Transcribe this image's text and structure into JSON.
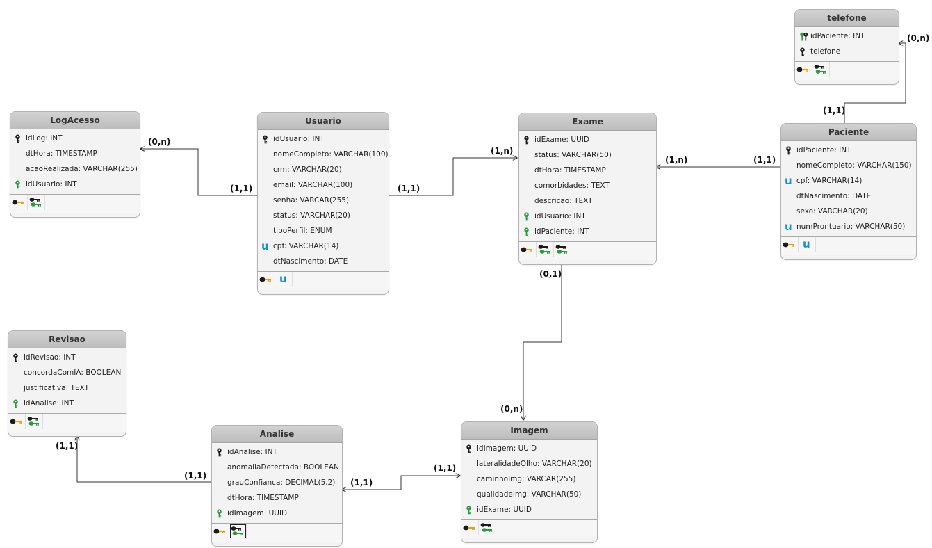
{
  "diagram": {
    "tables": [
      {
        "id": "telefone",
        "title": "telefone",
        "columns": [
          {
            "icon": "pk-fk-key-icon",
            "text": "idPaciente: INT"
          },
          {
            "icon": "primary-key-icon",
            "text": "telefone"
          }
        ],
        "indexes": [
          "pk-index-icon",
          "fk-index-icon"
        ]
      },
      {
        "id": "logacesso",
        "title": "LogAcesso",
        "columns": [
          {
            "icon": "primary-key-icon",
            "text": "idLog: INT"
          },
          {
            "icon": "",
            "text": "dtHora: TIMESTAMP"
          },
          {
            "icon": "",
            "text": "acaoRealizada: VARCHAR(255)"
          },
          {
            "icon": "foreign-key-icon",
            "text": "idUsuario: INT"
          }
        ],
        "indexes": [
          "pk-index-icon",
          "fk-index-icon"
        ]
      },
      {
        "id": "usuario",
        "title": "Usuario",
        "columns": [
          {
            "icon": "primary-key-icon",
            "text": "idUsuario: INT"
          },
          {
            "icon": "",
            "text": "nomeCompleto: VARCHAR(100)"
          },
          {
            "icon": "",
            "text": "crm: VARCHAR(20)"
          },
          {
            "icon": "",
            "text": "email: VARCHAR(100)"
          },
          {
            "icon": "",
            "text": "senha: VARCAR(255)"
          },
          {
            "icon": "",
            "text": "status: VARCHAR(20)"
          },
          {
            "icon": "",
            "text": "tipoPerfil: ENUM"
          },
          {
            "icon": "unique-icon",
            "text": "cpf: VARCHAR(14)"
          },
          {
            "icon": "",
            "text": "dtNascimento: DATE"
          }
        ],
        "indexes": [
          "pk-index-icon",
          "unique-index-icon"
        ]
      },
      {
        "id": "exame",
        "title": "Exame",
        "columns": [
          {
            "icon": "primary-key-icon",
            "text": "idExame: UUID"
          },
          {
            "icon": "",
            "text": "status: VARCHAR(50)"
          },
          {
            "icon": "",
            "text": "dtHora: TIMESTAMP"
          },
          {
            "icon": "",
            "text": "comorbidades: TEXT"
          },
          {
            "icon": "",
            "text": "descricao: TEXT"
          },
          {
            "icon": "foreign-key-icon",
            "text": "idUsuario: INT"
          },
          {
            "icon": "foreign-key-icon",
            "text": "idPaciente: INT"
          }
        ],
        "indexes": [
          "pk-index-icon",
          "fk-index-icon",
          "fk-index-icon"
        ]
      },
      {
        "id": "paciente",
        "title": "Paciente",
        "columns": [
          {
            "icon": "primary-key-icon",
            "text": "idPaciente: INT"
          },
          {
            "icon": "",
            "text": "nomeCompleto: VARCHAR(150)"
          },
          {
            "icon": "unique-icon",
            "text": "cpf: VARCHAR(14)"
          },
          {
            "icon": "",
            "text": "dtNascimento: DATE"
          },
          {
            "icon": "",
            "text": "sexo: VARCHAR(20)"
          },
          {
            "icon": "unique-icon",
            "text": "numProntuario: VARCHAR(50)"
          }
        ],
        "indexes": [
          "pk-index-icon",
          "unique-index-icon"
        ]
      },
      {
        "id": "revisao",
        "title": "Revisao",
        "columns": [
          {
            "icon": "primary-key-icon",
            "text": "idRevisao: INT"
          },
          {
            "icon": "",
            "text": "concordaComIA: BOOLEAN"
          },
          {
            "icon": "",
            "text": "justificativa: TEXT"
          },
          {
            "icon": "foreign-key-icon",
            "text": "idAnalise: INT"
          }
        ],
        "indexes": [
          "pk-index-icon",
          "fk-index-icon"
        ]
      },
      {
        "id": "analise",
        "title": "Analise",
        "columns": [
          {
            "icon": "primary-key-icon",
            "text": "idAnalise: INT"
          },
          {
            "icon": "",
            "text": "anomaliaDetectada: BOOLEAN"
          },
          {
            "icon": "",
            "text": "grauConfianca: DECIMAL(5,2)"
          },
          {
            "icon": "",
            "text": "dtHora: TIMESTAMP"
          },
          {
            "icon": "foreign-key-icon",
            "text": "idImagem: UUID"
          }
        ],
        "indexes": [
          "pk-index-icon",
          "fk-index-selected-icon"
        ]
      },
      {
        "id": "imagem",
        "title": "Imagem",
        "columns": [
          {
            "icon": "primary-key-icon",
            "text": "idImagem: UUID"
          },
          {
            "icon": "",
            "text": "lateralidadeOlho: VARCHAR(20)"
          },
          {
            "icon": "",
            "text": "caminhoImg: VARCAR(255)"
          },
          {
            "icon": "",
            "text": "qualidadeImg: VARCHAR(50)"
          },
          {
            "icon": "foreign-key-icon",
            "text": "idExame: UUID"
          }
        ],
        "indexes": [
          "pk-index-icon",
          "fk-index-icon"
        ]
      }
    ],
    "relationships": [
      {
        "id": "usuario-logacesso",
        "from_card": "(1,1)",
        "to_card": "(0,n)"
      },
      {
        "id": "usuario-exame",
        "from_card": "(1,1)",
        "to_card": "(1,n)"
      },
      {
        "id": "paciente-exame",
        "from_card": "(1,1)",
        "to_card": "(1,n)"
      },
      {
        "id": "paciente-telefone",
        "from_card": "(1,1)",
        "to_card": "(0,n)"
      },
      {
        "id": "exame-imagem",
        "from_card": "(0,1)",
        "to_card": "(0,n)"
      },
      {
        "id": "imagem-analise",
        "from_card": "(1,1)",
        "to_card": "(1,1)"
      },
      {
        "id": "analise-revisao",
        "from_card": "(1,1)",
        "to_card": "(1,1)"
      }
    ],
    "colors": {
      "primary_key": "#1a1a1a",
      "foreign_key": "#2c9a3c",
      "unique": "#1592c8",
      "line": "#333333",
      "header": "#c4c4c4"
    }
  }
}
